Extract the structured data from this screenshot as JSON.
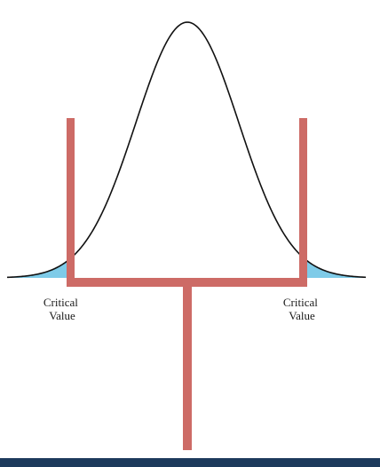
{
  "labels": {
    "left_line1": "Critical",
    "left_line2": "Value",
    "right_line1": "Critical",
    "right_line2": "Value"
  },
  "colors": {
    "tail_fill": "#7ecbe8",
    "curve_stroke": "#111111",
    "goalpost": "#cd6b66",
    "bottom_bar": "#1d3a5c"
  }
}
